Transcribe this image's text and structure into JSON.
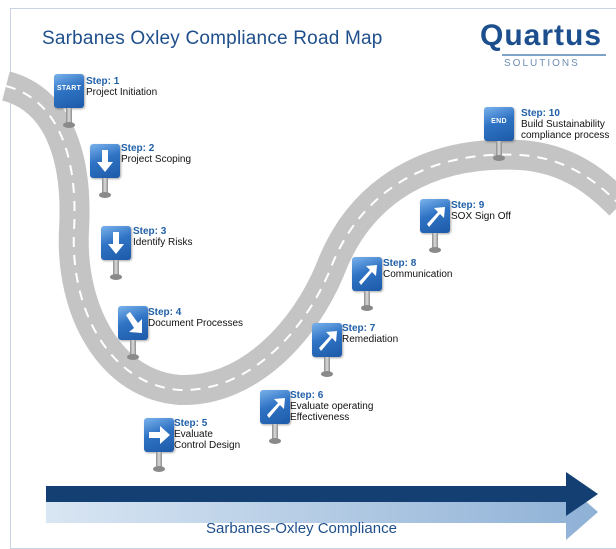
{
  "title": "Sarbanes Oxley Compliance Road Map",
  "logo": {
    "word": "Quartus",
    "sub": "SOLUTIONS"
  },
  "footer": "Sarbanes-Oxley Compliance",
  "colors": {
    "accent": "#1f4f8b",
    "sign": "#2f73c4",
    "road": "#bfbfbf",
    "arrow": "#143f73"
  },
  "steps": [
    {
      "num": "Step: 1",
      "desc": "Project Initiation",
      "icon": "start"
    },
    {
      "num": "Step: 2",
      "desc": "Project Scoping",
      "icon": "arrow-down"
    },
    {
      "num": "Step: 3",
      "desc": "Identify Risks",
      "icon": "arrow-down"
    },
    {
      "num": "Step: 4",
      "desc": "Document Processes",
      "icon": "arrow-down-right"
    },
    {
      "num": "Step: 5",
      "desc": "Evaluate\nControl Design",
      "icon": "arrow-right"
    },
    {
      "num": "Step: 6",
      "desc": "Evaluate operating\nEffectiveness",
      "icon": "arrow-up-right"
    },
    {
      "num": "Step: 7",
      "desc": "Remediation",
      "icon": "arrow-up-right"
    },
    {
      "num": "Step: 8",
      "desc": "Communication",
      "icon": "arrow-up-right"
    },
    {
      "num": "Step: 9",
      "desc": "SOX Sign Off",
      "icon": "arrow-up-right"
    },
    {
      "num": "Step: 10",
      "desc": "Build Sustainability\ncompliance process",
      "icon": "end"
    }
  ],
  "sign_words": {
    "start": "START",
    "end": "END"
  }
}
